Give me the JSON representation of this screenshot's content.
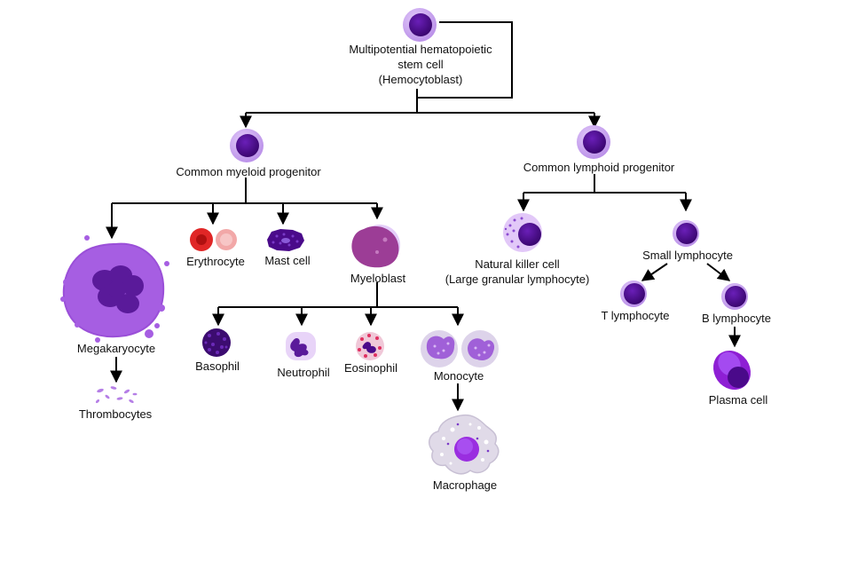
{
  "stem_cell": {
    "line1": "Multipotential hematopoietic",
    "line2": "stem cell",
    "line3": "(Hemocytoblast)"
  },
  "myeloid": {
    "progenitor": "Common myeloid progenitor",
    "megakaryocyte": "Megakaryocyte",
    "thrombocytes": "Thrombocytes",
    "erythrocyte": "Erythrocyte",
    "mast_cell": "Mast cell",
    "myeloblast": "Myeloblast",
    "basophil": "Basophil",
    "neutrophil": "Neutrophil",
    "eosinophil": "Eosinophil",
    "monocyte": "Monocyte",
    "macrophage": "Macrophage"
  },
  "lymphoid": {
    "progenitor": "Common lymphoid progenitor",
    "nk_line1": "Natural killer cell",
    "nk_line2": "(Large granular lymphocyte)",
    "small_lymphocyte": "Small lymphocyte",
    "t_lymphocyte": "T lymphocyte",
    "b_lymphocyte": "B lymphocyte",
    "plasma_cell": "Plasma cell"
  },
  "colors": {
    "nucleus": "#4a0a8a",
    "cytoplasm": "#c9a2f0",
    "megakaryocyte": "#a45ae0",
    "erythrocyte": "#e02020",
    "arrow": "#000000"
  }
}
